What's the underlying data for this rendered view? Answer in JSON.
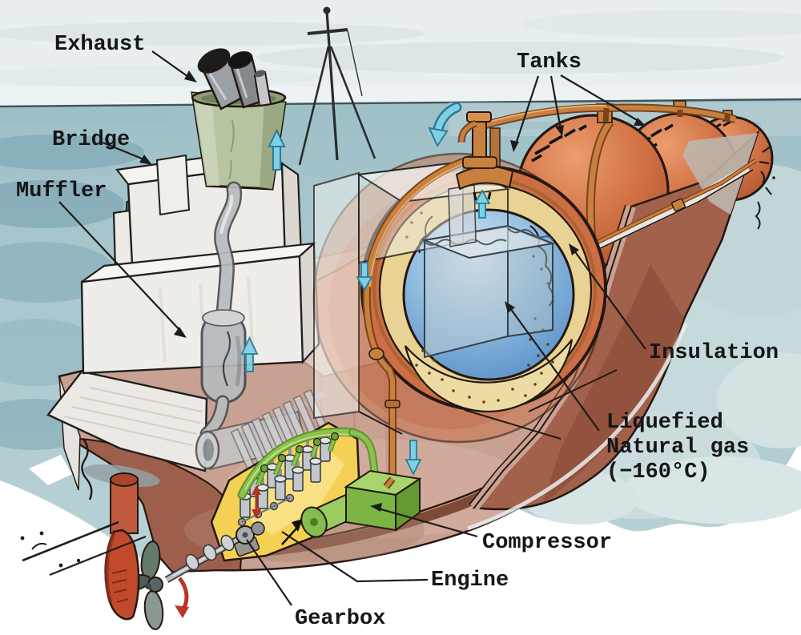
{
  "diagram": {
    "labels": {
      "exhaust": "Exhaust",
      "bridge": "Bridge",
      "muffler": "Muffler",
      "tanks": "Tanks",
      "insulation": "Insulation",
      "lng": {
        "line1": "Liquefied",
        "line2": "Natural gas",
        "line3": "(−160°C)"
      },
      "compressor": "Compressor",
      "engine": "Engine",
      "gearbox": "Gearbox"
    },
    "icons": {
      "flow_arrows": "cyan-gas-flow-arrows",
      "rotation_arrows": "red-motion-arrows"
    },
    "colors": {
      "sky": "#e9eff1",
      "sea": "#a3c2ca",
      "sea_light": "#c6d9db",
      "hull_maroon": "#a2614b",
      "hull_cut_pink": "#c9a193",
      "deck_white": "#efede9",
      "funnel_green": "#b7c4a2",
      "tank_orange": "#d3764c",
      "insulation_cream": "#e8d294",
      "lng_blue": "#6aa8d8",
      "engine_yellow": "#f4d055",
      "machinery_green": "#8cc14b",
      "pipe_copper": "#c8803f",
      "rudder_red": "#c24a2c",
      "flow_arrow_cyan": "#7fd0e4",
      "label_text": "#161616"
    }
  }
}
